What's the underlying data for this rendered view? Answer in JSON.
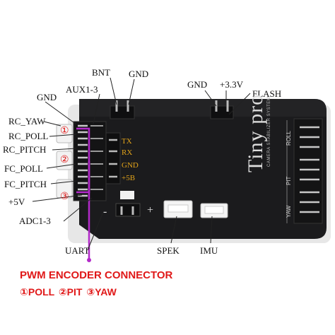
{
  "labels": {
    "bnt": "BNT",
    "gnd_top": "GND",
    "aux": "AUX1-3",
    "gnd_left": "GND",
    "gnd_right": "GND",
    "v33": "+3.3V",
    "flash": "FLASH",
    "rc_yaw": "RC_YAW",
    "rc_poll": "RC_POLL",
    "rc_pitch": "RC_PITCH",
    "fc_poll": "FC_POLL",
    "fc_pitch": "FC_PITCH",
    "plus5v": "+5V",
    "adc": "ADC1-3",
    "uart": "UART",
    "spek": "SPEK",
    "imu": "IMU"
  },
  "board": {
    "tx": "TX",
    "rx": "RX",
    "gnd": "GND",
    "plus5b": "+5B",
    "brand": "Tiny pro",
    "brand_sub": "CAMERA STABILIZER SYSTEM",
    "roll": "ROLL",
    "pit": "PIT",
    "yaw": "YAW",
    "minus": "-",
    "plus": "+"
  },
  "markers": [
    "①",
    "②",
    "③"
  ],
  "caption": {
    "title": "PWM ENCODER CONNECTOR",
    "subtitle": "①POLL ②PIT ③YAW"
  },
  "colors": {
    "board": "#1b1b1d",
    "accent": "#e01818",
    "highlight": "#b22ac9",
    "pin_label": "#e0a21a"
  }
}
